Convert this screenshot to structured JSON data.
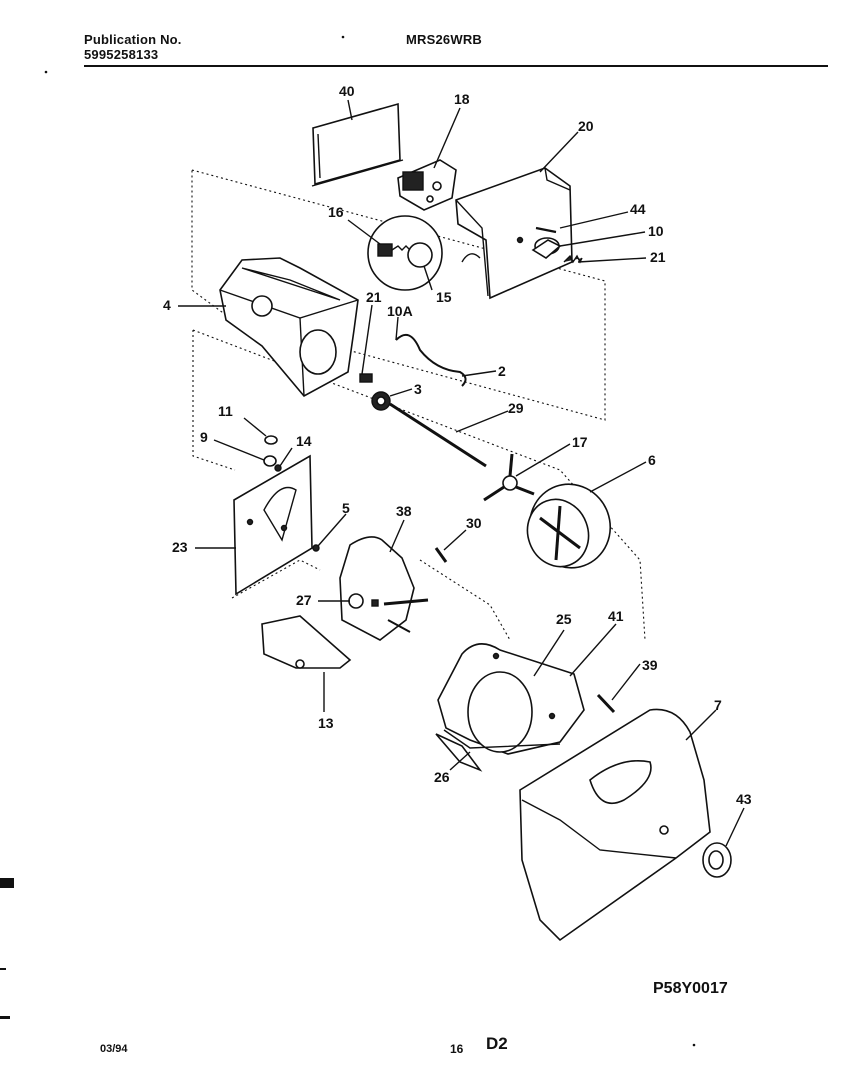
{
  "header": {
    "publication_label": "Publication No.",
    "publication_number": "5995258133",
    "model": "MRS26WRB"
  },
  "diagram_code": "P58Y0017",
  "footer": {
    "date": "03/94",
    "page": "16",
    "section": "D2"
  },
  "callouts": {
    "c40": "40",
    "c18": "18",
    "c20": "20",
    "c16": "16",
    "c44": "44",
    "c10": "10",
    "c21a": "21",
    "c15": "15",
    "c4": "4",
    "c21b": "21",
    "c10a": "10A",
    "c2": "2",
    "c3": "3",
    "c29": "29",
    "c11": "11",
    "c9": "9",
    "c14": "14",
    "c17": "17",
    "c6": "6",
    "c5": "5",
    "c38": "38",
    "c30": "30",
    "c23": "23",
    "c27": "27",
    "c25": "25",
    "c41": "41",
    "c39": "39",
    "c13": "13",
    "c7": "7",
    "c26": "26",
    "c43": "43"
  }
}
